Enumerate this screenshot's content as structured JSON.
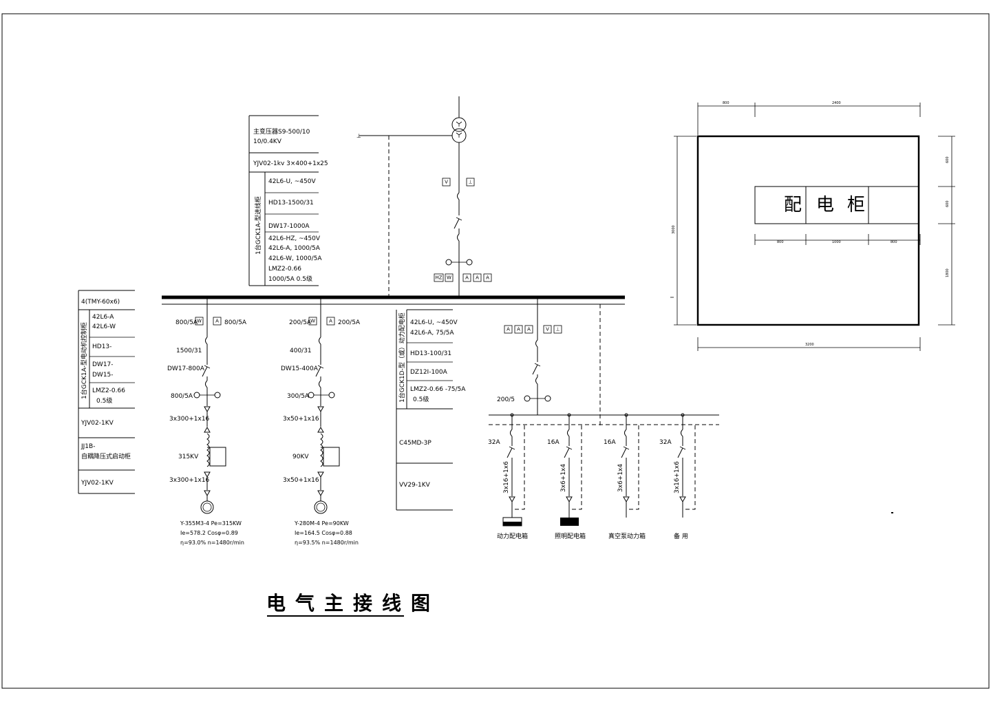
{
  "title": "电气主接线图",
  "transformer_block": {
    "model_line1": "主变压器S9-500/10",
    "model_line2": "10/0.4KV",
    "cable": "YJV02-1kv 3×400+1x25",
    "side_label": "1台GCK1A-型进线柜",
    "items": [
      "42L6-U, ~450V",
      "HD13-1500/31",
      "DW17-1000A",
      "42L6-HZ, ~450V",
      "42L6-A, 1000/5A",
      "42L6-W, 1000/5A",
      "LMZ2-0.66",
      "1000/5A  0.5级"
    ]
  },
  "motor_block": {
    "busbar": "4(TMY-60x6)",
    "side_label": "1台GCK1A-型电动机控制柜",
    "items": [
      "42L6-A",
      "42L6-W",
      "HD13-",
      "DW17-",
      "DW15-",
      "LMZ2-0.66",
      "0.5级",
      "YJV02-1KV",
      "JJ1B-",
      "自耦降压式启动柜",
      "YJV02-1KV"
    ]
  },
  "motor1": {
    "ct_left": "800/5A",
    "ct_right": "800/5A",
    "switch": "1500/31",
    "breaker": "DW17-800A",
    "ct_ratio": "800/5A",
    "cable_top": "3x300+1x16",
    "power": "315KV",
    "cable_bottom": "3x300+1x16",
    "model": "Y-355M3-4    Pe=315KW",
    "params": "Ie=578.2 Cosφ=0.89",
    "eff": "η=93.0%  n=1480r/min"
  },
  "motor2": {
    "ct_left": "200/5A",
    "ct_right": "200/5A",
    "switch": "400/31",
    "breaker": "DW15-400A",
    "ct_ratio": "300/5A",
    "cable_top": "3x50+1x16",
    "power": "90KV",
    "cable_bottom": "3x50+1x16",
    "model": "Y-280M-4    Pe=90KW",
    "params": "Ie=164.5 Cosφ=0.88",
    "eff": "η=93.5%  n=1480r/min"
  },
  "feeder_block": {
    "side_label": "1台GCK1D-型（或）动力配电柜",
    "items": [
      "42L6-U, ~450V",
      "42L6-A, 75/5A",
      "HD13-100/31",
      "DZ12I-100A",
      "LMZ2-0.66 -75/5A",
      "0.5级",
      "C45MD-3P",
      "VV29-1KV"
    ]
  },
  "feeder": {
    "ct_ratio": "200/5"
  },
  "branches": [
    {
      "rating": "32A",
      "cable": "3x16+1x6",
      "name": "动力配电箱"
    },
    {
      "rating": "16A",
      "cable": "3x6+1x4",
      "name": "照明配电箱"
    },
    {
      "rating": "16A",
      "cable": "3x6+1x4",
      "name": "真空泵动力箱"
    },
    {
      "rating": "32A",
      "cable": "3x16+1x6",
      "name": "备  用"
    }
  ],
  "layout": {
    "label": [
      "配",
      "电",
      "柜"
    ],
    "dims": {
      "top_left": "800",
      "top_right": "2400",
      "right_1": "600",
      "right_2": "600",
      "right_3": "1800",
      "inner_1": "800",
      "inner_2": "1000",
      "inner_3": "800",
      "left": "3000",
      "bottom": "3200"
    }
  },
  "symbols": {
    "V": "V",
    "A": "A",
    "HZ": "HZ",
    "W": "W",
    "GROUND": "⊥"
  }
}
